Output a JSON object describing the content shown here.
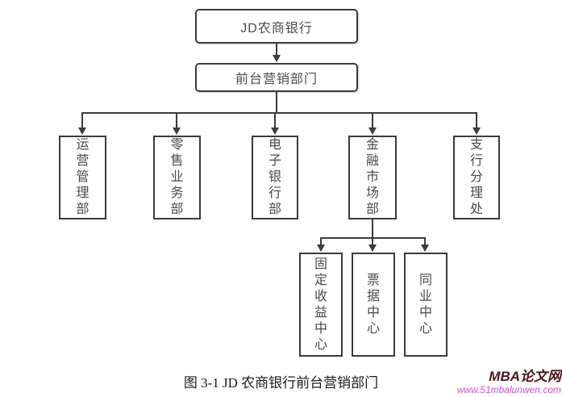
{
  "figure": {
    "root_label": "JD农商银行",
    "front_office_label": "前台营销部门",
    "departments": [
      {
        "label": "运营管理部"
      },
      {
        "label": "零售业务部"
      },
      {
        "label": "电子银行部"
      },
      {
        "label": "金融市场部"
      },
      {
        "label": "支行分理处"
      }
    ],
    "financial_market_sub_centers": [
      {
        "label": "固定收益中心"
      },
      {
        "label": "票据中心"
      },
      {
        "label": "同业中心"
      }
    ],
    "caption": "图 3-1 JD 农商银行前台营销部门"
  },
  "watermark": {
    "site_name": "MBA论文网",
    "site_url": "www.51mbalunwen.com"
  },
  "colors": {
    "line": "#3b3b3b",
    "box_border": "#3b3b3b",
    "box_text": "#4a4a4a",
    "caption_text": "#1b1b1b",
    "watermark_name": "#4d1519",
    "watermark_url": "#d24fd2"
  }
}
